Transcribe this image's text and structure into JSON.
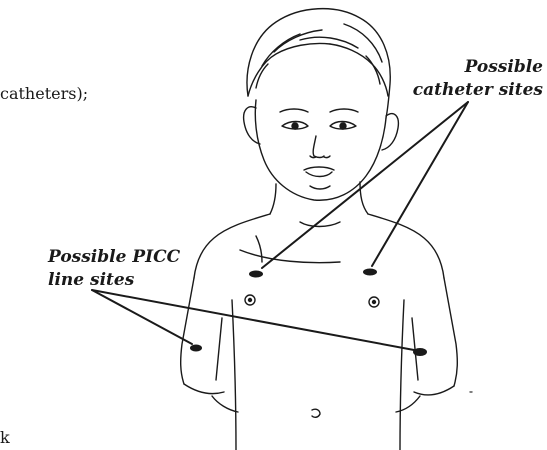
{
  "text_fragments": {
    "left_top": "catheters);",
    "left_bottom": "k"
  },
  "labels": {
    "catheter_sites": {
      "line1": "Possible",
      "line2": "catheter sites"
    },
    "picc_sites": {
      "line1": "Possible PICC",
      "line2": "line sites"
    }
  },
  "colors": {
    "ink": "#1a1a1a",
    "background": "#ffffff"
  }
}
